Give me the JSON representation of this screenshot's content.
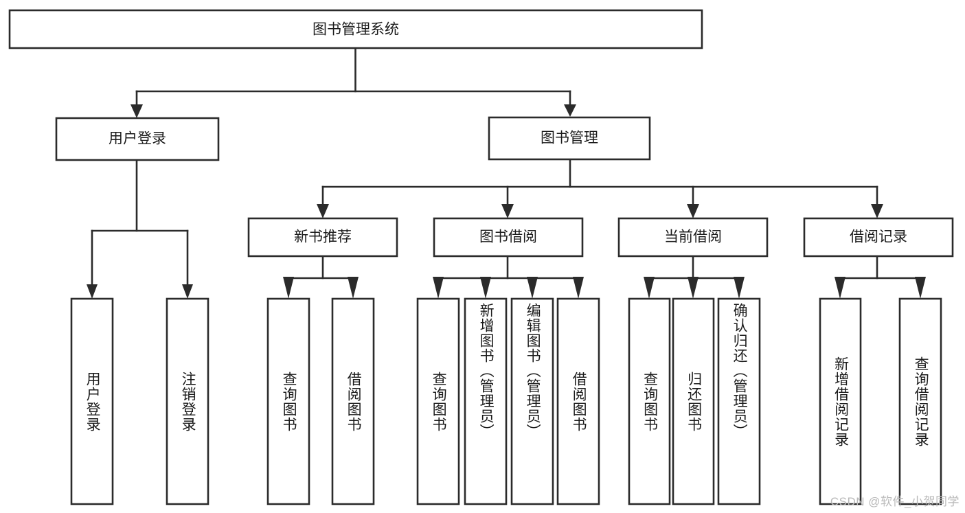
{
  "diagram": {
    "title": "图书管理系统",
    "type": "tree-hierarchy-diagram",
    "colors": {
      "stroke": "#2b2b2b",
      "fill": "#ffffff",
      "text": "#1b1b1b",
      "watermark": "#b9b9b9"
    },
    "root": {
      "label": "图书管理系统"
    },
    "level2": [
      {
        "label": "用户登录"
      },
      {
        "label": "图书管理"
      }
    ],
    "level3": [
      {
        "label": "新书推荐"
      },
      {
        "label": "图书借阅"
      },
      {
        "label": "当前借阅"
      },
      {
        "label": "借阅记录"
      }
    ],
    "leaves": {
      "user_login": [
        {
          "label": "用户登录"
        },
        {
          "label": "注销登录"
        }
      ],
      "new_book_recommend": [
        {
          "label": "查询图书"
        },
        {
          "label": "借阅图书"
        }
      ],
      "book_borrow": [
        {
          "label": "查询图书"
        },
        {
          "label": "新增图书（管理员）"
        },
        {
          "label": "编辑图书（管理员）"
        },
        {
          "label": "借阅图书"
        }
      ],
      "current_borrow": [
        {
          "label": "查询图书"
        },
        {
          "label": "归还图书"
        },
        {
          "label": "确认归还（管理员）"
        }
      ],
      "borrow_record": [
        {
          "label": "新增借阅记录"
        },
        {
          "label": "查询借阅记录"
        }
      ]
    }
  },
  "watermark": {
    "text": "CSDN @软件_小贺同学"
  }
}
